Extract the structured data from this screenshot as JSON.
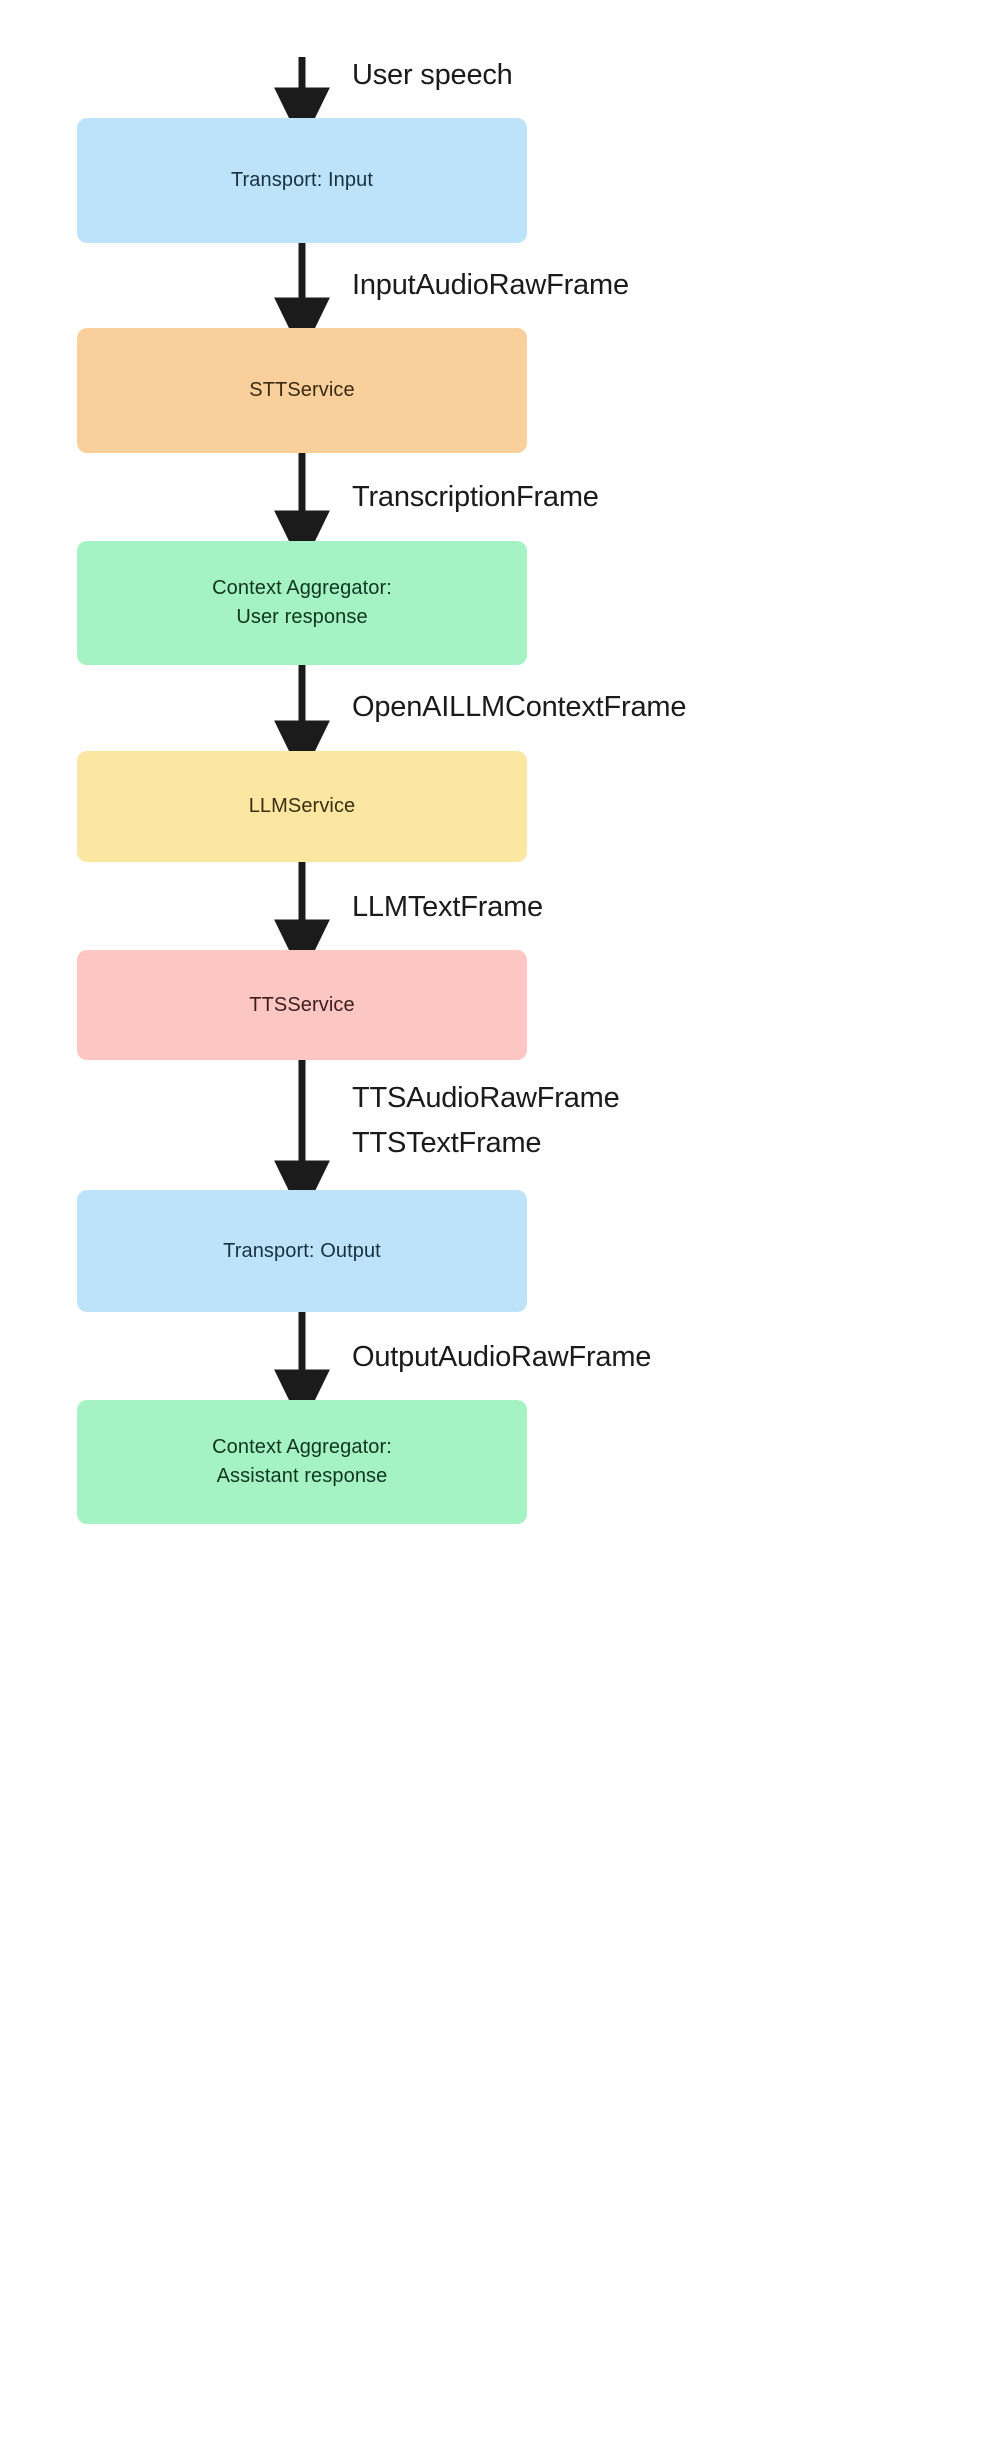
{
  "diagram": {
    "kind": "flowchart",
    "direction": "top-to-bottom",
    "background": "#ffffff",
    "arrow_color": "#1b1b1b",
    "nodes": [
      {
        "id": "transport-input",
        "label_lines": [
          "Transport: Input"
        ],
        "color": "#bde3fb",
        "text_color": "#17313f"
      },
      {
        "id": "stt-service",
        "label_lines": [
          "STTService"
        ],
        "color": "#f9d09b",
        "text_color": "#3a2a12"
      },
      {
        "id": "context-aggregator-user",
        "label_lines": [
          "Context Aggregator:",
          "User response"
        ],
        "color": "#a5f3c4",
        "text_color": "#10361f"
      },
      {
        "id": "llm-service",
        "label_lines": [
          "LLMService"
        ],
        "color": "#fbe6a2",
        "text_color": "#3a3010"
      },
      {
        "id": "tts-service",
        "label_lines": [
          "TTSService"
        ],
        "color": "#fcc7c3",
        "text_color": "#3c1d1b"
      },
      {
        "id": "transport-output",
        "label_lines": [
          "Transport: Output"
        ],
        "color": "#bde3fb",
        "text_color": "#17313f"
      },
      {
        "id": "context-aggregator-assistant",
        "label_lines": [
          "Context Aggregator:",
          "Assistant response"
        ],
        "color": "#a5f3c4",
        "text_color": "#10361f"
      }
    ],
    "edges": [
      {
        "id": "edge-start",
        "from": "",
        "to": "transport-input",
        "label_lines": [
          "User speech"
        ]
      },
      {
        "id": "edge-input-audio",
        "from": "transport-input",
        "to": "stt-service",
        "label_lines": [
          "InputAudioRawFrame"
        ]
      },
      {
        "id": "edge-transcription",
        "from": "stt-service",
        "to": "context-aggregator-user",
        "label_lines": [
          "TranscriptionFrame"
        ]
      },
      {
        "id": "edge-openai-context",
        "from": "context-aggregator-user",
        "to": "llm-service",
        "label_lines": [
          "OpenAILLMContextFrame"
        ]
      },
      {
        "id": "edge-llm-text",
        "from": "llm-service",
        "to": "tts-service",
        "label_lines": [
          "LLMTextFrame"
        ]
      },
      {
        "id": "edge-tts-frames",
        "from": "tts-service",
        "to": "transport-output",
        "label_lines": [
          "TTSAudioRawFrame",
          "TTSTextFrame"
        ]
      },
      {
        "id": "edge-output-audio",
        "from": "transport-output",
        "to": "context-aggregator-assistant",
        "label_lines": [
          "OutputAudioRawFrame"
        ]
      }
    ]
  }
}
